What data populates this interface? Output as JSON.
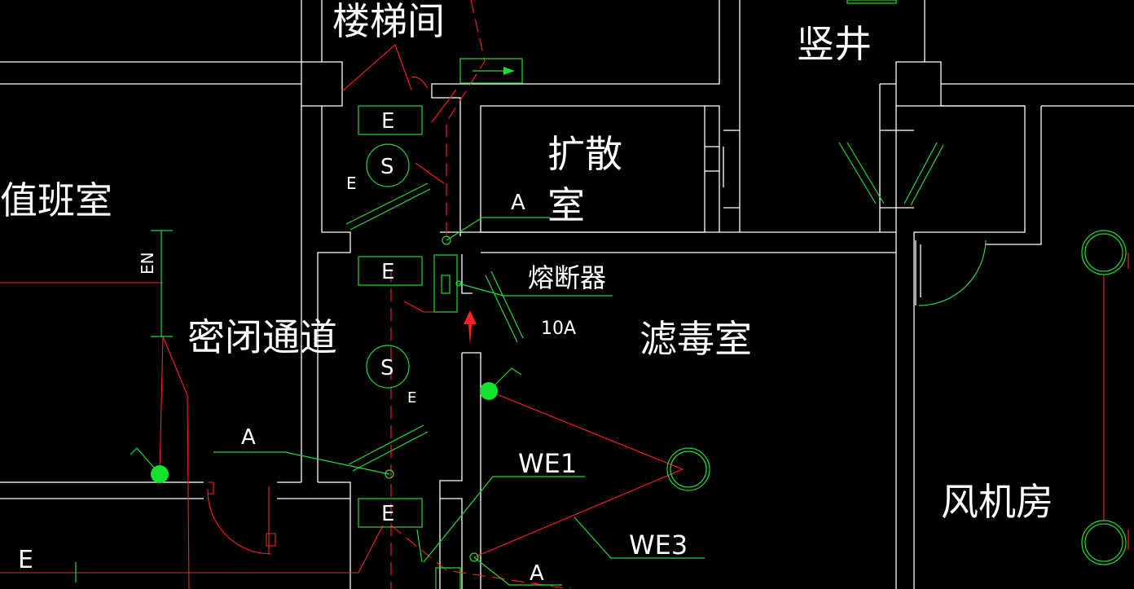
{
  "rooms": {
    "stairwell": "楼梯间",
    "shaft": "竖井",
    "duty_room": "值班室",
    "diffusion_1": "扩散",
    "diffusion_2": "室",
    "airlock": "密闭通道",
    "filter_room": "滤毒室",
    "fan_room": "风机房"
  },
  "labels": {
    "fuse": "熔断器",
    "fuse_rating": "10A",
    "circuit_we1": "WE1",
    "circuit_we3": "WE3",
    "tag_a": "A",
    "tag_e": "E",
    "tag_en": "EN",
    "exit_box": "E",
    "switch_s": "S"
  },
  "colors": {
    "background": "#000000",
    "walls": "#ffffff",
    "wiring": "#ff2020",
    "symbols": "#22d83a",
    "arrow": "#ff2020"
  }
}
